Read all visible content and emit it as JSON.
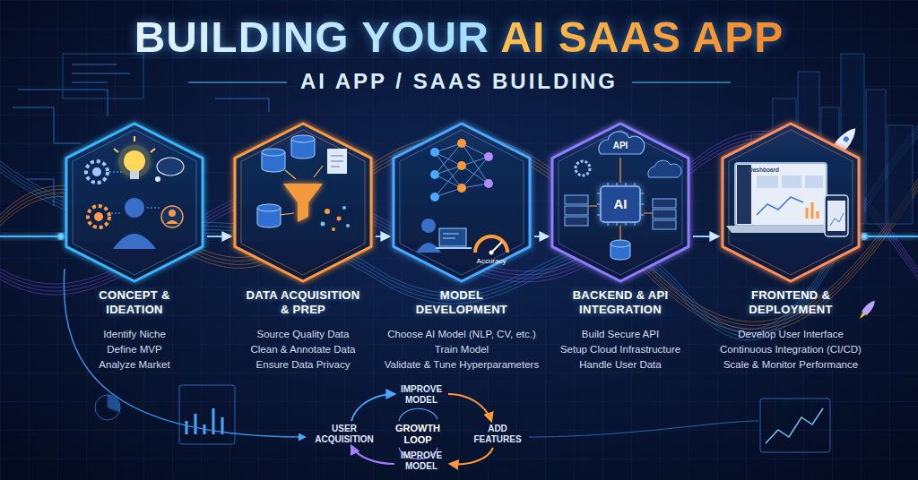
{
  "diagram": {
    "title": "BUILDING YOUR AI SAAS APP",
    "nodes": [
      {
        "text": [
          "CONCEPT & IDEATION",
          "Identify Niche",
          "Define MVP",
          "Analyze Market"
        ]
      },
      {
        "text": [
          "DATA ACQUISITION & PREP",
          "Source Quality Data",
          "Clean & Annotate Data",
          "Ensure Data Privacy"
        ]
      },
      {
        "text": [
          "MODEL DEVELOPMENT",
          "Choose AI Model (NLP, CV, etc.)",
          "Train Model",
          "Validate & Tune Hyperparameters"
        ]
      },
      {
        "text": [
          "BACKEND & API INTEGRATION",
          "Build Secure API",
          "Setup Cloud Infrastructure",
          "Handle User Data"
        ]
      },
      {
        "text": [
          "FRONTEND & DEPLOYMENT",
          "Develop User Interface",
          "Continuous Integration (CI/CD)",
          "Scale & Monitor Performance"
        ]
      }
    ],
    "edges": [
      {
        "from": 0,
        "to": 1,
        "arrow": "to"
      },
      {
        "from": 1,
        "to": 2,
        "arrow": "to"
      },
      {
        "from": 2,
        "to": 3,
        "arrow": "to"
      },
      {
        "from": 3,
        "to": 4,
        "arrow": "to"
      }
    ],
    "labels": [
      "AI APP / SAAS BUILDING",
      "Accuracy",
      "API",
      "AI",
      "Dashboard",
      "IMPROVE MODEL",
      "USER ACQUISITION",
      "GROWTH LOOP",
      "ADD FEATURES",
      "IMPROVE MODEL"
    ]
  }
}
